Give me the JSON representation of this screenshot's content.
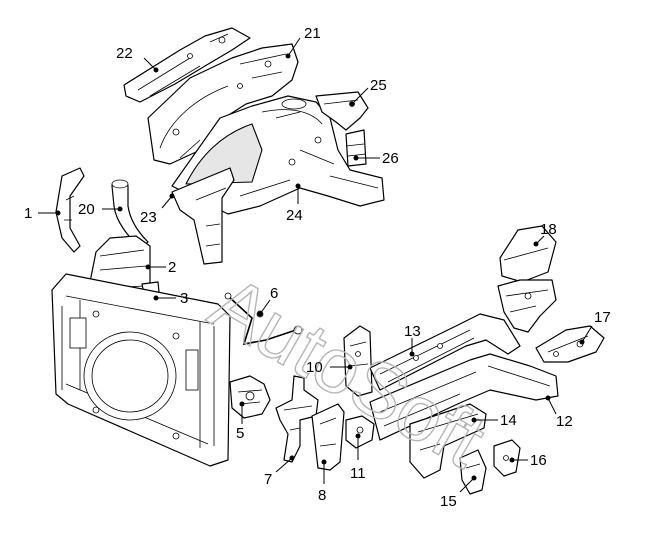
{
  "watermark": "AutoSoft",
  "callouts": [
    {
      "id": "1",
      "label": "1"
    },
    {
      "id": "2",
      "label": "2"
    },
    {
      "id": "3",
      "label": "3"
    },
    {
      "id": "5",
      "label": "5"
    },
    {
      "id": "6",
      "label": "6"
    },
    {
      "id": "7",
      "label": "7"
    },
    {
      "id": "8",
      "label": "8"
    },
    {
      "id": "10",
      "label": "10"
    },
    {
      "id": "11",
      "label": "11"
    },
    {
      "id": "12",
      "label": "12"
    },
    {
      "id": "13",
      "label": "13"
    },
    {
      "id": "14",
      "label": "14"
    },
    {
      "id": "15",
      "label": "15"
    },
    {
      "id": "16",
      "label": "16"
    },
    {
      "id": "17",
      "label": "17"
    },
    {
      "id": "18",
      "label": "18"
    },
    {
      "id": "20",
      "label": "20"
    },
    {
      "id": "21",
      "label": "21"
    },
    {
      "id": "22",
      "label": "22"
    },
    {
      "id": "23",
      "label": "23"
    },
    {
      "id": "24",
      "label": "24"
    },
    {
      "id": "25",
      "label": "25"
    },
    {
      "id": "26",
      "label": "26"
    }
  ]
}
